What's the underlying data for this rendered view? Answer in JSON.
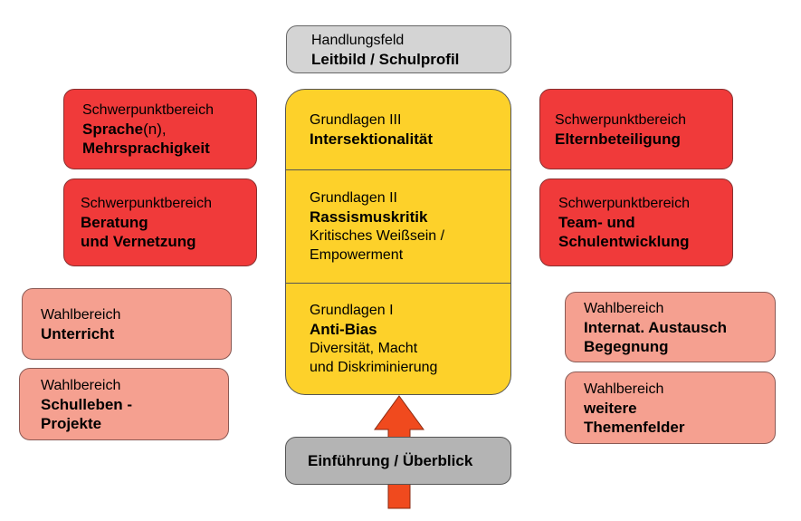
{
  "colors": {
    "foundation": "#fdd12a",
    "focus_area": "#f03a3a",
    "elective_area": "#f5a090",
    "field_of_action": "#d4d4d4",
    "intro": "#b4b4b4",
    "arrow": "#f04a1e"
  },
  "top_box": {
    "line1": "Handlungsfeld",
    "line2": "Leitbild / Schulprofil"
  },
  "foundations": [
    {
      "label": "Grundlagen III",
      "title": "Intersektionalität",
      "sub": ""
    },
    {
      "label": "Grundlagen II",
      "title": "Rassismuskritik",
      "sub": "Kritisches Weißsein /\nEmpowerment"
    },
    {
      "label": "Grundlagen I",
      "title": "Anti-Bias",
      "sub": "Diversität, Macht\nund Diskriminierung"
    }
  ],
  "left_focus": [
    {
      "label": "Schwerpunktbereich",
      "title": "Sprache",
      "title_suffix": "(n),",
      "title2": "Mehrsprachigkeit"
    },
    {
      "label": "Schwerpunktbereich",
      "title": "Beratung\nund Vernetzung"
    }
  ],
  "right_focus": [
    {
      "label": "Schwerpunktbereich",
      "title": "Elternbeteiligung"
    },
    {
      "label": "Schwerpunktbereich",
      "title": "Team- und\nSchulentwicklung"
    }
  ],
  "left_elective": [
    {
      "label": "Wahlbereich",
      "title": "Unterricht"
    },
    {
      "label": "Wahlbereich",
      "title": "Schulleben -\nProjekte"
    }
  ],
  "right_elective": [
    {
      "label": "Wahlbereich",
      "title": "Internat. Austausch\nBegegnung"
    },
    {
      "label": "Wahlbereich",
      "title": "weitere\nThemenfelder"
    }
  ],
  "intro_box": {
    "title": "Einführung / Überblick"
  }
}
